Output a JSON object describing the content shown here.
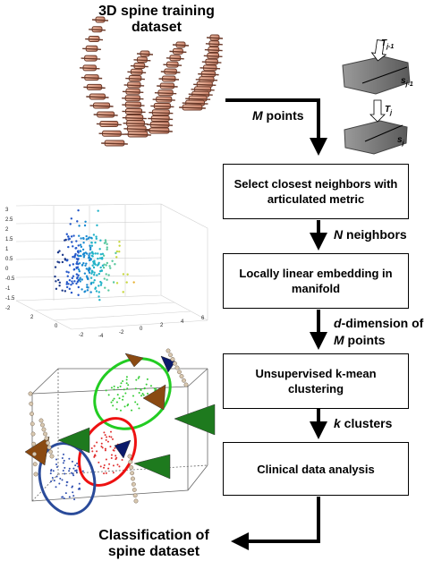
{
  "header": {
    "title_line1": "3D spine training",
    "title_line2": "dataset"
  },
  "footer": {
    "title_line1": "Classification  of",
    "title_line2": "spine dataset"
  },
  "vertebra": {
    "t_top": "T",
    "t_top_sub": "j-1",
    "s_top": "s",
    "s_top_sub": "j-1",
    "t_bottom": "T",
    "t_bottom_sub": "j",
    "s_bottom": "s",
    "s_bottom_sub": "j"
  },
  "steps": [
    {
      "label": "Select closest neighbors with articulated metric"
    },
    {
      "label": "Locally linear embedding in manifold"
    },
    {
      "label": "Unsupervised k-mean clustering"
    },
    {
      "label": "Clinical data analysis"
    }
  ],
  "flow_labels": {
    "m_points_var": "M",
    "m_points_text": " points",
    "n_neighbors_var": "N",
    "n_neighbors_text": " neighbors",
    "d_dim_var": "d",
    "d_dim_text": "-dimension of",
    "d_dim_var2": "M",
    "d_dim_text2": " points",
    "k_clusters_var": "k",
    "k_clusters_text": " clusters"
  },
  "scatter_axes": {
    "z_ticks": [
      "3",
      "2.5",
      "2",
      "1.5",
      "1",
      "0.5",
      "0",
      "-0.5",
      "-1",
      "-1.5",
      "-2"
    ],
    "x_ticks": [
      "2",
      "0",
      "-2"
    ],
    "y_ticks": [
      "-4",
      "-2",
      "0",
      "2",
      "4",
      "6"
    ]
  }
}
